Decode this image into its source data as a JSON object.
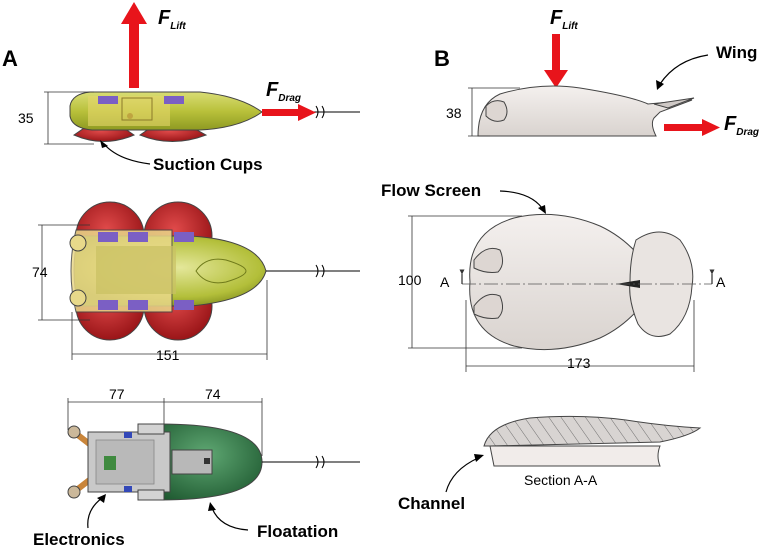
{
  "panels": {
    "a": "A",
    "b": "B"
  },
  "forces": {
    "lift_a": {
      "main": "F",
      "sub": "Lift"
    },
    "drag_a": {
      "main": "F",
      "sub": "Drag"
    },
    "lift_b": {
      "main": "F",
      "sub": "Lift"
    },
    "drag_b": {
      "main": "F",
      "sub": "Drag"
    }
  },
  "callouts": {
    "suction_cups": "Suction Cups",
    "electronics": "Electronics",
    "floatation": "Floatation",
    "wing": "Wing",
    "flow_screen": "Flow Screen",
    "channel": "Channel"
  },
  "dimensions": {
    "a_side_height": "35",
    "a_top_width": "74",
    "a_top_length": "151",
    "a_bottom_front": "77",
    "a_bottom_rear": "74",
    "b_side_height": "38",
    "b_top_width": "100",
    "b_top_length": "173"
  },
  "section": {
    "label": "Section A-A",
    "marker_left": "A",
    "marker_right": "A"
  },
  "colors": {
    "force_arrow": "#e8141b",
    "hull_yellow": "#c8cf4a",
    "suction_red": "#c0262b",
    "clip_purple": "#7b5fc4",
    "floatation_green": "#2f7a45",
    "electronics_gray": "#c9c9c9",
    "screen_gray": "#ebe6e3",
    "leg_orange": "#c9853a"
  }
}
